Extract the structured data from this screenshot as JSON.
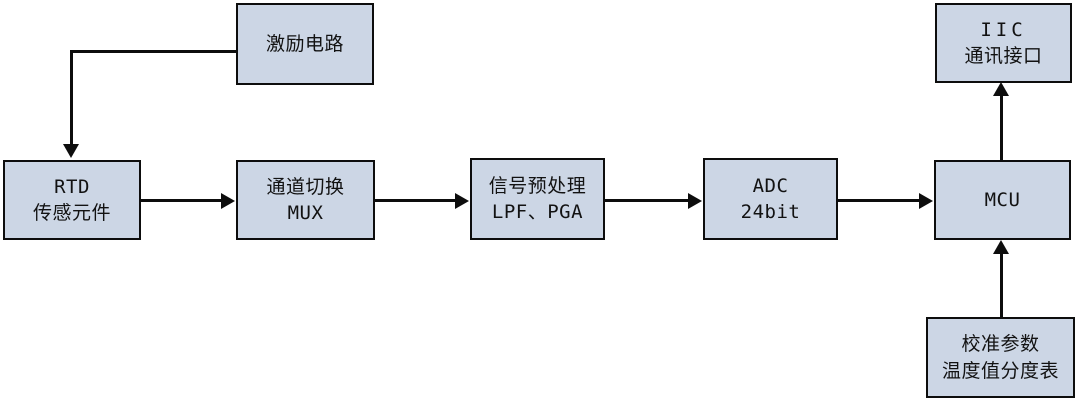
{
  "diagram": {
    "title": "RTD temperature measurement signal chain block diagram",
    "fill_color": "#ccd6e5",
    "stroke_color": "#0d0d0d",
    "background_color": "#ffffff",
    "nodes": [
      {
        "id": "excitation",
        "lines": [
          "激励电路"
        ]
      },
      {
        "id": "rtd",
        "lines": [
          "RTD",
          "传感元件"
        ]
      },
      {
        "id": "mux",
        "lines": [
          "通道切换",
          "MUX"
        ]
      },
      {
        "id": "preprocess",
        "lines": [
          "信号预处理",
          "LPF、PGA"
        ]
      },
      {
        "id": "adc",
        "lines": [
          "ADC",
          "24bit"
        ]
      },
      {
        "id": "mcu",
        "lines": [
          "MCU"
        ]
      },
      {
        "id": "iic",
        "lines": [
          "IIC",
          "通讯接口"
        ]
      },
      {
        "id": "calibration",
        "lines": [
          "校准参数",
          "温度值分度表"
        ]
      }
    ],
    "edges": [
      {
        "id": "excitation-to-rtd",
        "from": "excitation",
        "to": "rtd",
        "style": "elbow",
        "direction": "down"
      },
      {
        "id": "rtd-to-mux",
        "from": "rtd",
        "to": "mux",
        "style": "straight",
        "direction": "right"
      },
      {
        "id": "mux-to-preprocess",
        "from": "mux",
        "to": "preprocess",
        "style": "straight",
        "direction": "right"
      },
      {
        "id": "preprocess-to-adc",
        "from": "preprocess",
        "to": "adc",
        "style": "straight",
        "direction": "right"
      },
      {
        "id": "adc-to-mcu",
        "from": "adc",
        "to": "mcu",
        "style": "straight",
        "direction": "right"
      },
      {
        "id": "mcu-to-iic",
        "from": "mcu",
        "to": "iic",
        "style": "straight",
        "direction": "up"
      },
      {
        "id": "calibration-to-mcu",
        "from": "calibration",
        "to": "mcu",
        "style": "straight",
        "direction": "up"
      }
    ]
  }
}
